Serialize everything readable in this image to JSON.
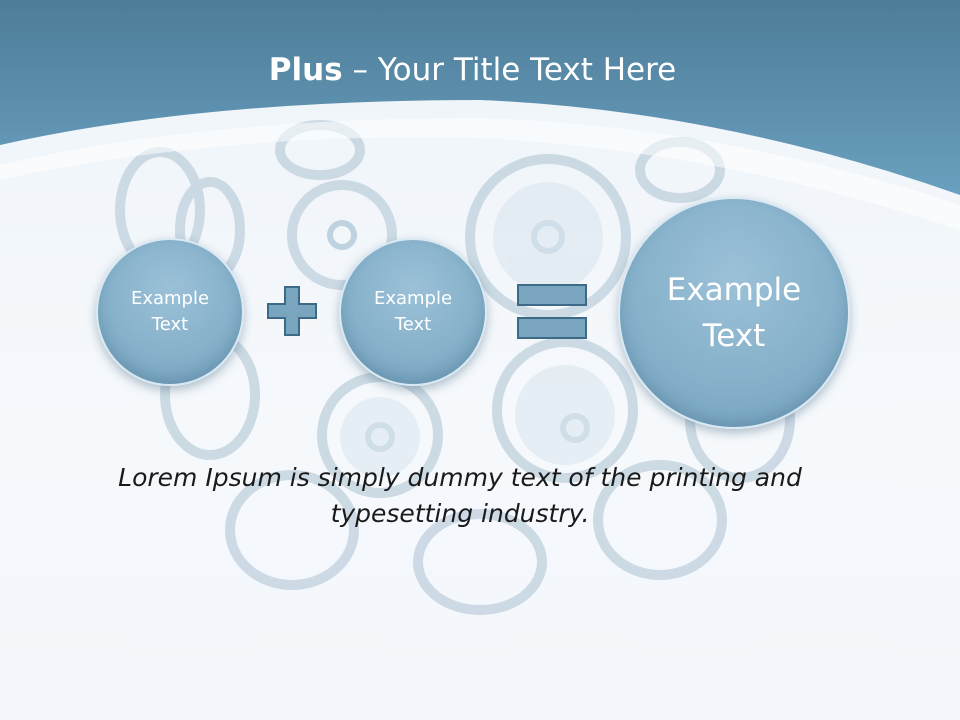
{
  "slide": {
    "title_bold": "Plus",
    "title_rest": " – Your Title Text Here",
    "circles": [
      {
        "line1": "Example",
        "line2": "Text"
      },
      {
        "line1": "Example",
        "line2": "Text"
      },
      {
        "line1": "Example",
        "line2": "Text"
      }
    ],
    "operators": {
      "plus": "plus-icon",
      "equals": "equals-icon"
    },
    "body_text": "Lorem Ipsum is simply dummy text of the printing and typesetting industry."
  },
  "colors": {
    "header_dark": "#4f7f9b",
    "header_light": "#6ea3c1",
    "circle_fill": "#86b1ca",
    "operator_fill": "#7aa5bf",
    "operator_stroke": "#3d6a86"
  }
}
